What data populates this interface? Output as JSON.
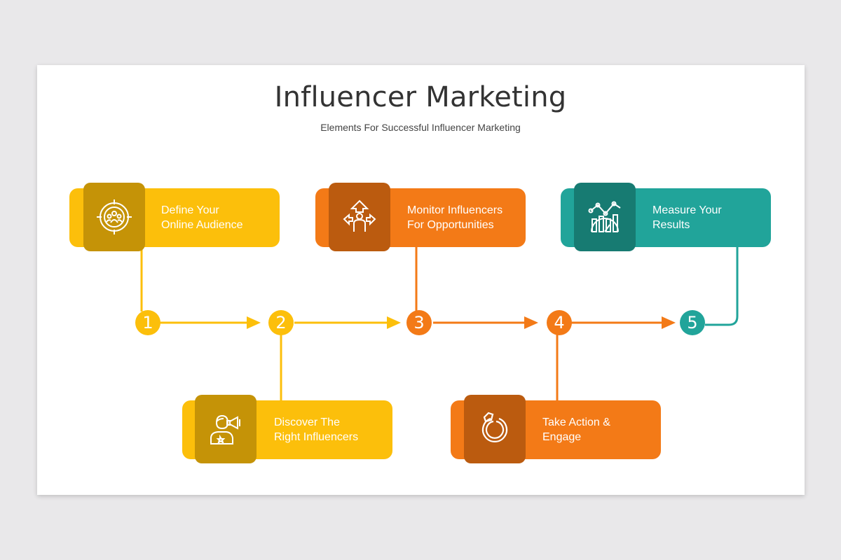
{
  "title": "Influencer Marketing",
  "subtitle": "Elements For Successful Influencer Marketing",
  "colors": {
    "yellow": "#fcbf0b",
    "yellow_dark": "#c59307",
    "orange": "#f37a17",
    "orange_dark": "#bb5b0f",
    "teal": "#21a49a",
    "teal_dark": "#177b72"
  },
  "steps": [
    {
      "number": "1",
      "line1": "Define Your",
      "line2": "Online  Audience",
      "icon": "target-audience-icon",
      "color": "yellow"
    },
    {
      "number": "2",
      "line1": "Discover The",
      "line2": "Right Influencers",
      "icon": "influencer-megaphone-icon",
      "color": "yellow"
    },
    {
      "number": "3",
      "line1": "Monitor Influencers",
      "line2": "For Opportunities",
      "icon": "person-arrows-icon",
      "color": "orange"
    },
    {
      "number": "4",
      "line1": "Take Action &",
      "line2": "Engage",
      "icon": "cycle-arrow-icon",
      "color": "orange"
    },
    {
      "number": "5",
      "line1": "Measure Your",
      "line2": "Results",
      "icon": "analytics-gauge-icon",
      "color": "teal"
    }
  ]
}
